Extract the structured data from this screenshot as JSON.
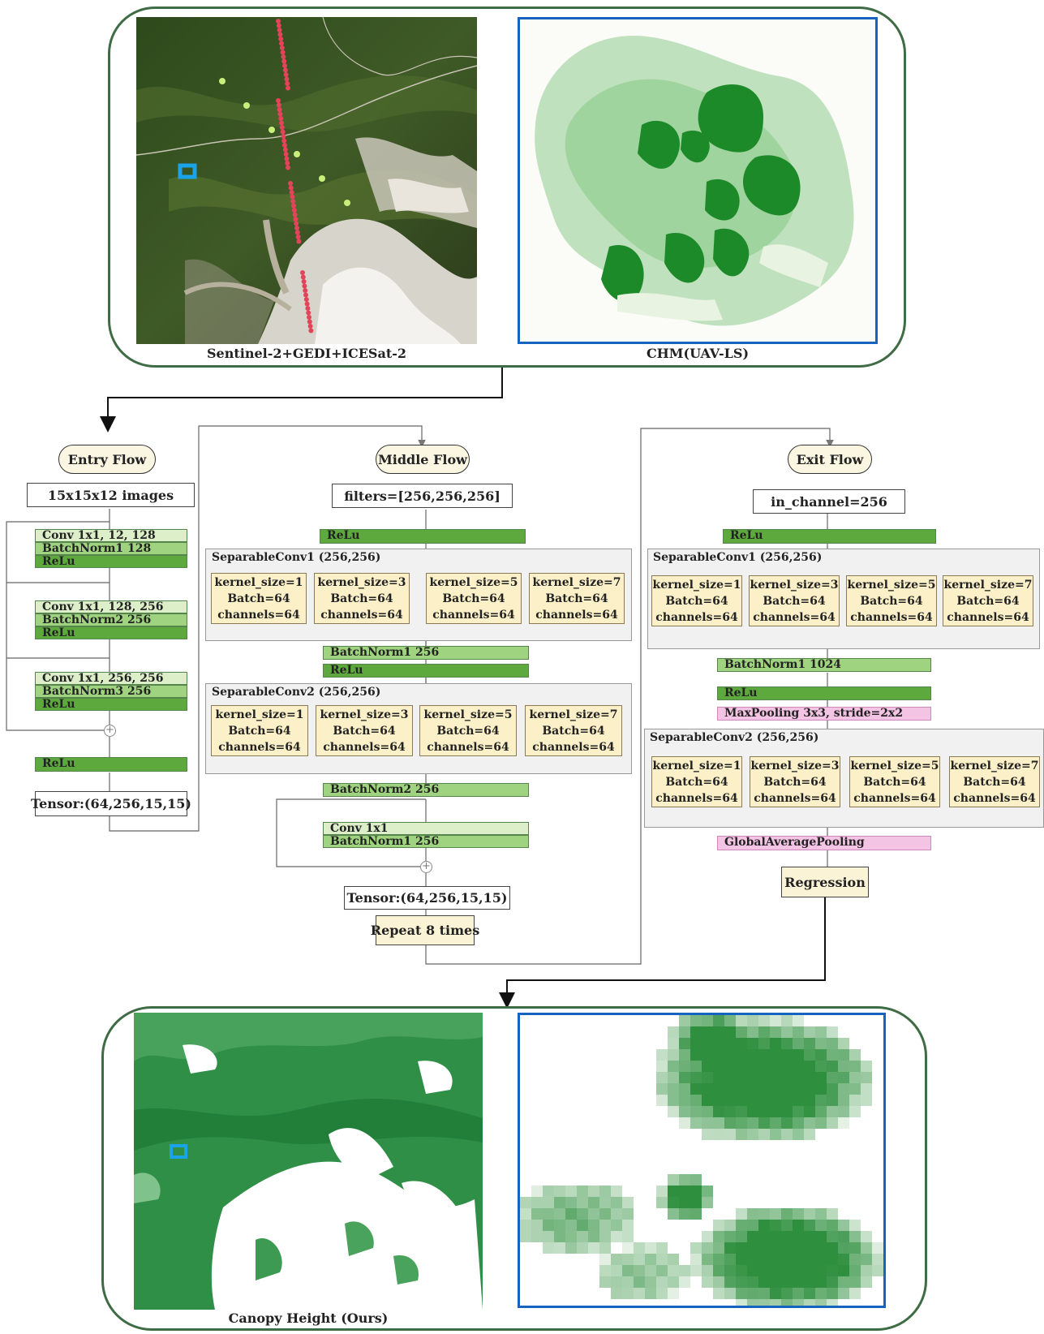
{
  "top_panel": {
    "left_caption": "Sentinel-2+GEDI+ICESat-2",
    "right_caption": "CHM(UAV-LS)"
  },
  "bottom_panel": {
    "caption": "Canopy Height (Ours)"
  },
  "entry_flow": {
    "title": "Entry Flow",
    "input": "15x15x12 images",
    "blocks": [
      [
        "Conv 1x1, 12, 128",
        "BatchNorm1 128",
        "ReLu"
      ],
      [
        "Conv 1x1, 128, 256",
        "BatchNorm2 256",
        "ReLu"
      ],
      [
        "Conv 1x1, 256, 256",
        "BatchNorm3 256",
        "ReLu"
      ]
    ],
    "relu": "ReLu",
    "output": "Tensor:(64,256,15,15)"
  },
  "middle_flow": {
    "title": "Middle Flow",
    "input": "filters=[256,256,256]",
    "relu_top": "ReLu",
    "sep1": {
      "label": "SeparableConv1 (256,256)",
      "kernels": [
        [
          "kernel_size=1",
          "Batch=64",
          "channels=64"
        ],
        [
          "kernel_size=3",
          "Batch=64",
          "channels=64"
        ],
        [
          "kernel_size=5",
          "Batch=64",
          "channels=64"
        ],
        [
          "kernel_size=7",
          "Batch=64",
          "channels=64"
        ]
      ]
    },
    "bn1": "BatchNorm1 256",
    "relu_mid": "ReLu",
    "sep2": {
      "label": "SeparableConv2 (256,256)",
      "kernels": [
        [
          "kernel_size=1",
          "Batch=64",
          "channels=64"
        ],
        [
          "kernel_size=3",
          "Batch=64",
          "channels=64"
        ],
        [
          "kernel_size=5",
          "Batch=64",
          "channels=64"
        ],
        [
          "kernel_size=7",
          "Batch=64",
          "channels=64"
        ]
      ]
    },
    "bn2": "BatchNorm2 256",
    "conv": "Conv 1x1",
    "bn_res": "BatchNorm1 256",
    "output": "Tensor:(64,256,15,15)",
    "repeat": "Repeat 8 times"
  },
  "exit_flow": {
    "title": "Exit Flow",
    "input": "in_channel=256",
    "relu_top": "ReLu",
    "sep1": {
      "label": "SeparableConv1 (256,256)",
      "kernels": [
        [
          "kernel_size=1",
          "Batch=64",
          "channels=64"
        ],
        [
          "kernel_size=3",
          "Batch=64",
          "channels=64"
        ],
        [
          "kernel_size=5",
          "Batch=64",
          "channels=64"
        ],
        [
          "kernel_size=7",
          "Batch=64",
          "channels=64"
        ]
      ]
    },
    "bn1": "BatchNorm1 1024",
    "relu_mid": "ReLu",
    "maxpool": "MaxPooling 3x3, stride=2x2",
    "sep2": {
      "label": "SeparableConv2 (256,256)",
      "kernels": [
        [
          "kernel_size=1",
          "Batch=64",
          "channels=64"
        ],
        [
          "kernel_size=3",
          "Batch=64",
          "channels=64"
        ],
        [
          "kernel_size=5",
          "Batch=64",
          "channels=64"
        ],
        [
          "kernel_size=7",
          "Batch=64",
          "channels=64"
        ]
      ]
    },
    "gap": "GlobalAveragePooling",
    "regression": "Regression"
  }
}
